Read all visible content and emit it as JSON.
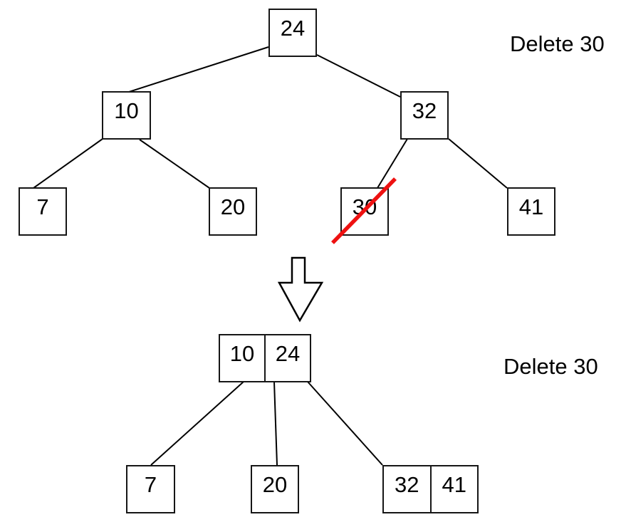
{
  "labels": {
    "top": "Delete 30",
    "bottom": "Delete 30"
  },
  "colors": {
    "strike": "#ee1111",
    "edge": "#000000",
    "box_border": "#161616",
    "text": "#000000",
    "background": "#ffffff"
  },
  "tree_before": {
    "nodes": [
      {
        "name": "root",
        "keys": [
          "24"
        ]
      },
      {
        "name": "left-child",
        "keys": [
          "10"
        ]
      },
      {
        "name": "right-child",
        "keys": [
          "32"
        ]
      },
      {
        "name": "leaf-1",
        "keys": [
          "7"
        ]
      },
      {
        "name": "leaf-2",
        "keys": [
          "20"
        ]
      },
      {
        "name": "leaf-3",
        "keys": [
          "30"
        ],
        "deleted": true
      },
      {
        "name": "leaf-4",
        "keys": [
          "41"
        ]
      }
    ]
  },
  "tree_after": {
    "nodes": [
      {
        "name": "root",
        "keys": [
          "10",
          "24"
        ]
      },
      {
        "name": "leaf-1",
        "keys": [
          "7"
        ]
      },
      {
        "name": "leaf-2",
        "keys": [
          "20"
        ]
      },
      {
        "name": "leaf-3",
        "keys": [
          "32",
          "41"
        ]
      }
    ]
  }
}
